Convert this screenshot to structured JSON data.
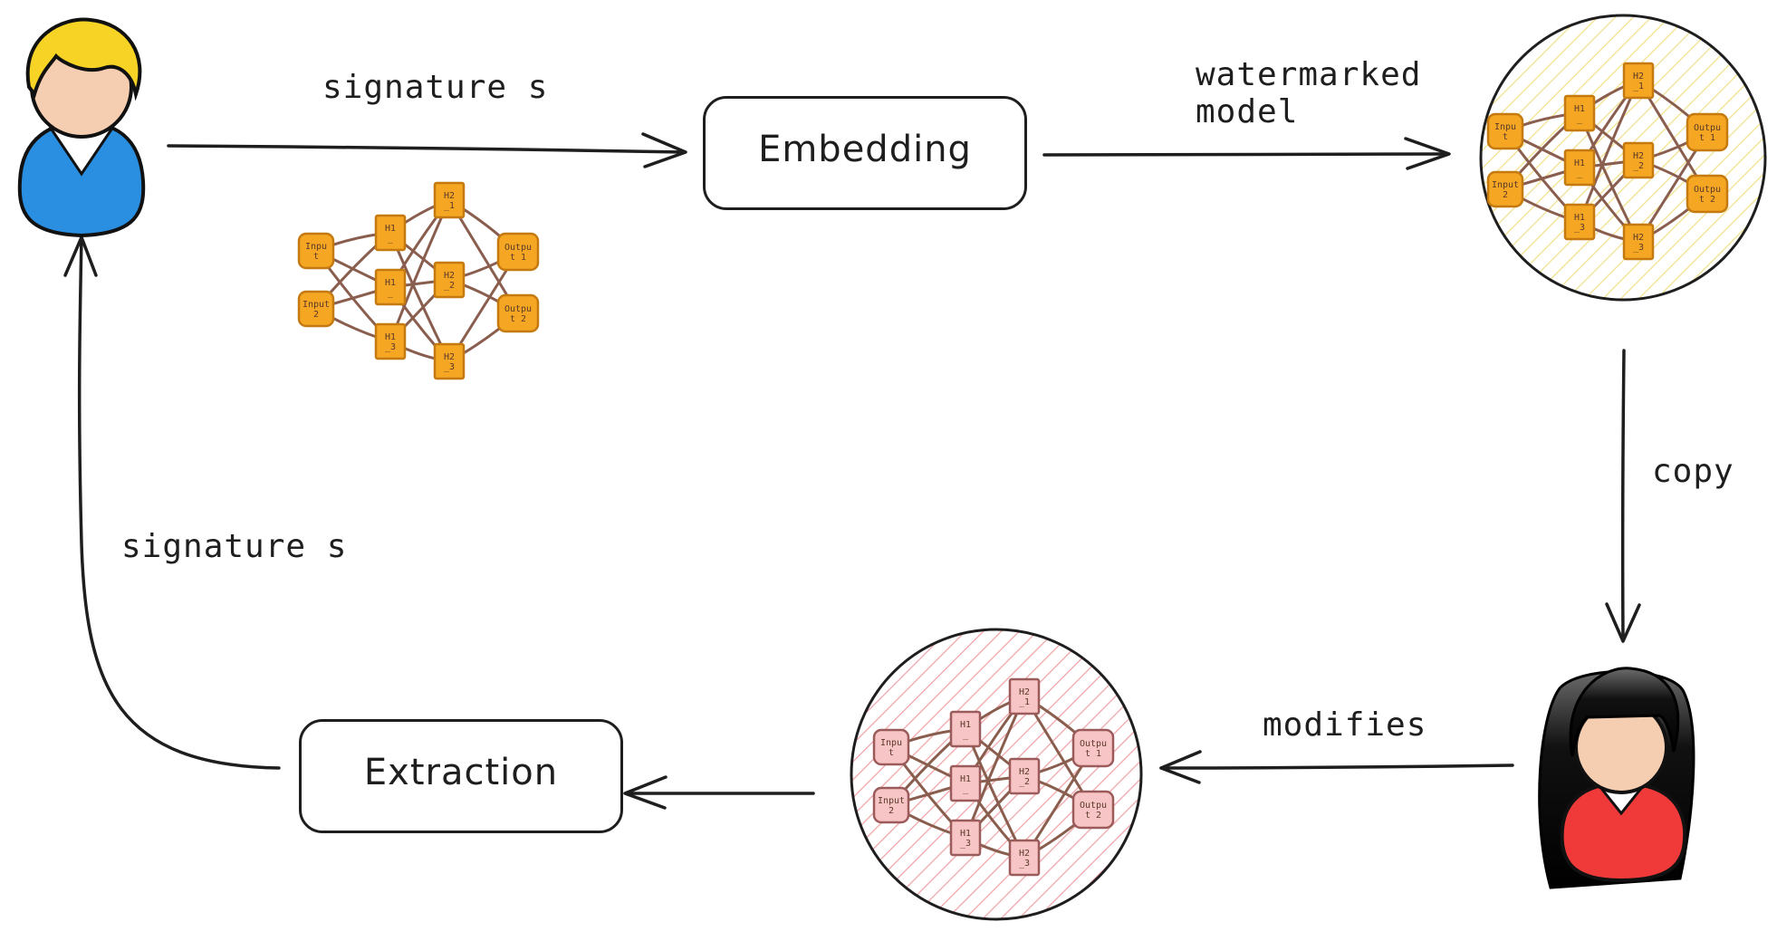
{
  "labels": {
    "sig_top": "signature s",
    "sig_left": "signature s",
    "watermarked": "watermarked\nmodel",
    "copy": "copy",
    "modifies": "modifies"
  },
  "boxes": {
    "embedding": "Embedding",
    "extraction": "Extraction"
  },
  "network": {
    "nodes": [
      {
        "id": "in1",
        "text": [
          "Inpu",
          "t"
        ]
      },
      {
        "id": "in2",
        "text": [
          "Input",
          "2"
        ]
      },
      {
        "id": "h11",
        "text": [
          "H1",
          "_"
        ]
      },
      {
        "id": "h12",
        "text": [
          "H1",
          "_"
        ]
      },
      {
        "id": "h13",
        "text": [
          "H1",
          "_3"
        ]
      },
      {
        "id": "h21",
        "text": [
          "H2",
          "_1"
        ]
      },
      {
        "id": "h22",
        "text": [
          "H2",
          "_2"
        ]
      },
      {
        "id": "h23",
        "text": [
          "H2",
          "_3"
        ]
      },
      {
        "id": "out1",
        "text": [
          "Outpu",
          "t 1"
        ]
      },
      {
        "id": "out2",
        "text": [
          "Outpu",
          "t 2"
        ]
      }
    ]
  },
  "colors": {
    "ink": "#1e1e1e",
    "orange": "#f5a623",
    "orange_border": "#c47a0e",
    "pink": "#f7c5c5",
    "pink_border": "#9c5b5b",
    "edge": "#8a5e4e",
    "hatch_yellow": "#f2e08a",
    "hatch_pink": "#f0a3a8"
  },
  "icons": {
    "owner": "user-blue-icon",
    "attacker": "user-red-icon"
  }
}
